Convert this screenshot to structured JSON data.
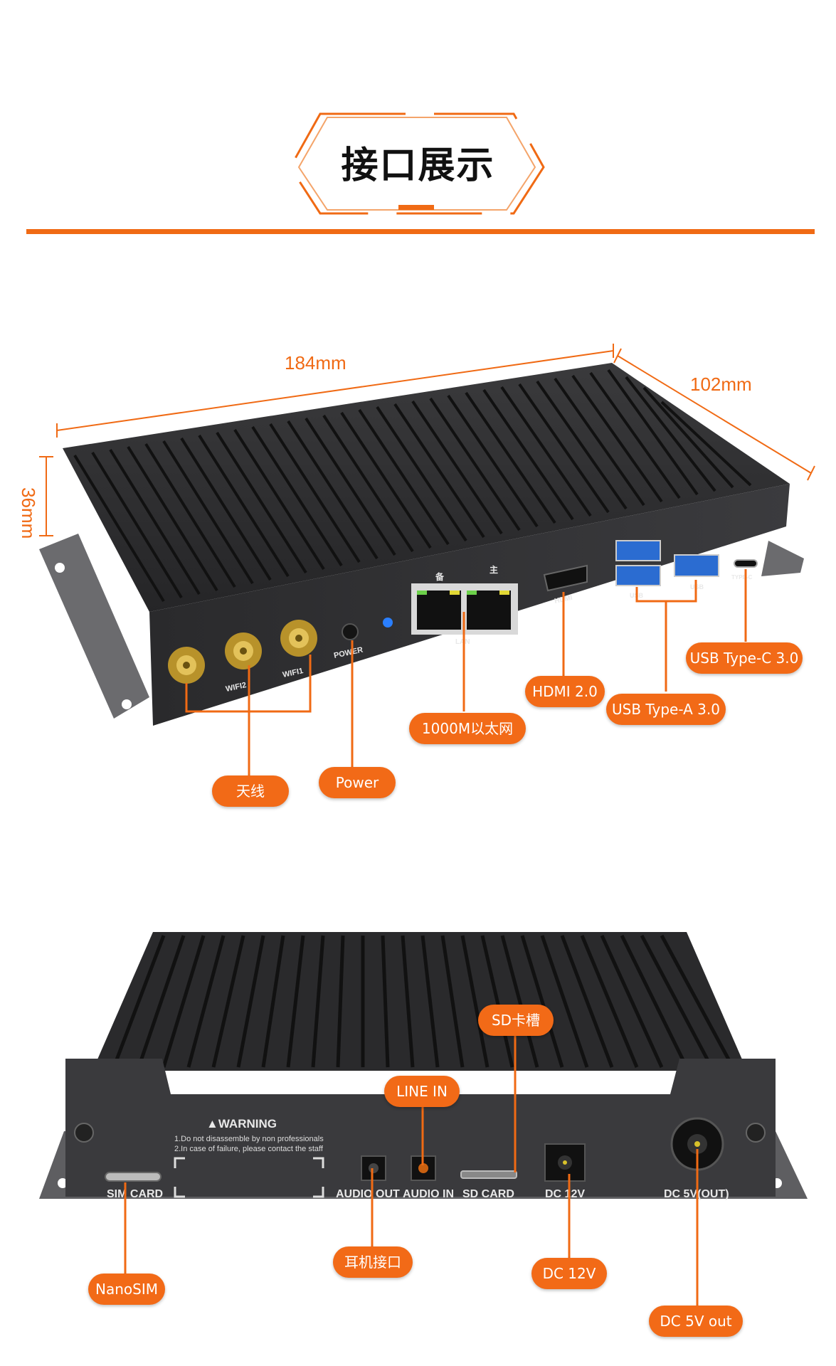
{
  "header": {
    "title": "接口展示"
  },
  "dimensions": {
    "length": "184mm",
    "width": "102mm",
    "height": "36mm"
  },
  "front": {
    "port_labels": {
      "wifi2": "WIFI2",
      "wifi1": "WIFI1",
      "power": "POWER",
      "lan": "LAN",
      "backup": "备",
      "main": "主",
      "hdmi": "HDMI",
      "usb": "USB",
      "typec": "TYPE-C"
    },
    "callouts": {
      "antenna": "天线",
      "power": "Power",
      "ethernet": "1000M以太网",
      "hdmi": "HDMI 2.0",
      "usb_a": "USB Type-A 3.0",
      "usb_c": "USB Type-C 3.0"
    }
  },
  "rear": {
    "warning_title": "▲WARNING",
    "warning_lines": [
      "1.Do not disassemble by non professionals",
      "2.In case of failure, please contact the staff"
    ],
    "port_labels": {
      "sim": "SIM CARD",
      "audio_out": "AUDIO OUT",
      "audio_in": "AUDIO IN",
      "sd": "SD CARD",
      "dc12": "DC 12V",
      "dc5": "DC 5V(OUT)"
    },
    "callouts": {
      "sd": "SD卡槽",
      "line_in": "LINE IN",
      "nanosim": "NanoSIM",
      "earphone": "耳机接口",
      "dc12": "DC 12V",
      "dc5": "DC 5V out"
    }
  },
  "colors": {
    "accent": "#f26a17",
    "body": "#2e2e30",
    "fin": "#1c1c1e"
  }
}
